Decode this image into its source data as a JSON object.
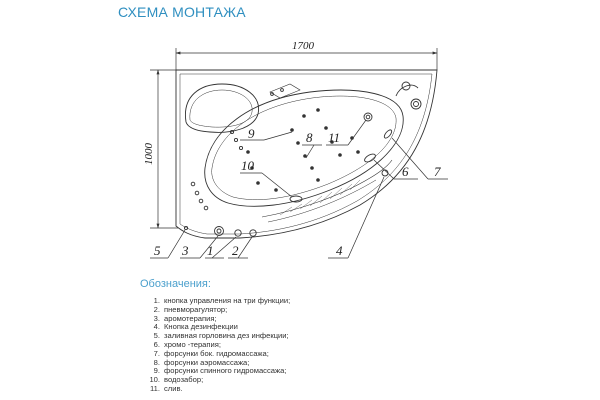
{
  "title": "СХЕМА МОНТАЖА",
  "dimensions": {
    "width": "1700",
    "height": "1000"
  },
  "callouts": [
    "1",
    "2",
    "3",
    "4",
    "5",
    "6",
    "7",
    "8",
    "9",
    "10",
    "11"
  ],
  "legend": {
    "title": "Обозначения:",
    "items": [
      {
        "num": "1.",
        "text": "кнопка управления на три функции;"
      },
      {
        "num": "2.",
        "text": "пневморагулятор;"
      },
      {
        "num": "3.",
        "text": "аромотерапия;"
      },
      {
        "num": "4.",
        "text": "Кнопка дезинфекции"
      },
      {
        "num": "5.",
        "text": "заливная горловина дез инфекции;"
      },
      {
        "num": "6.",
        "text": "хромо -терапия;"
      },
      {
        "num": "7.",
        "text": "форсунки бок. гидромассажа;"
      },
      {
        "num": "8.",
        "text": "форсунки аэромассажа;"
      },
      {
        "num": "9.",
        "text": "форсунки спинного гидромассажа;"
      },
      {
        "num": "10.",
        "text": "водозабор;"
      },
      {
        "num": "11.",
        "text": "слив."
      }
    ]
  },
  "colors": {
    "title": "#2f8fc0",
    "legend_title": "#4a9fcc",
    "line": "#333333"
  }
}
